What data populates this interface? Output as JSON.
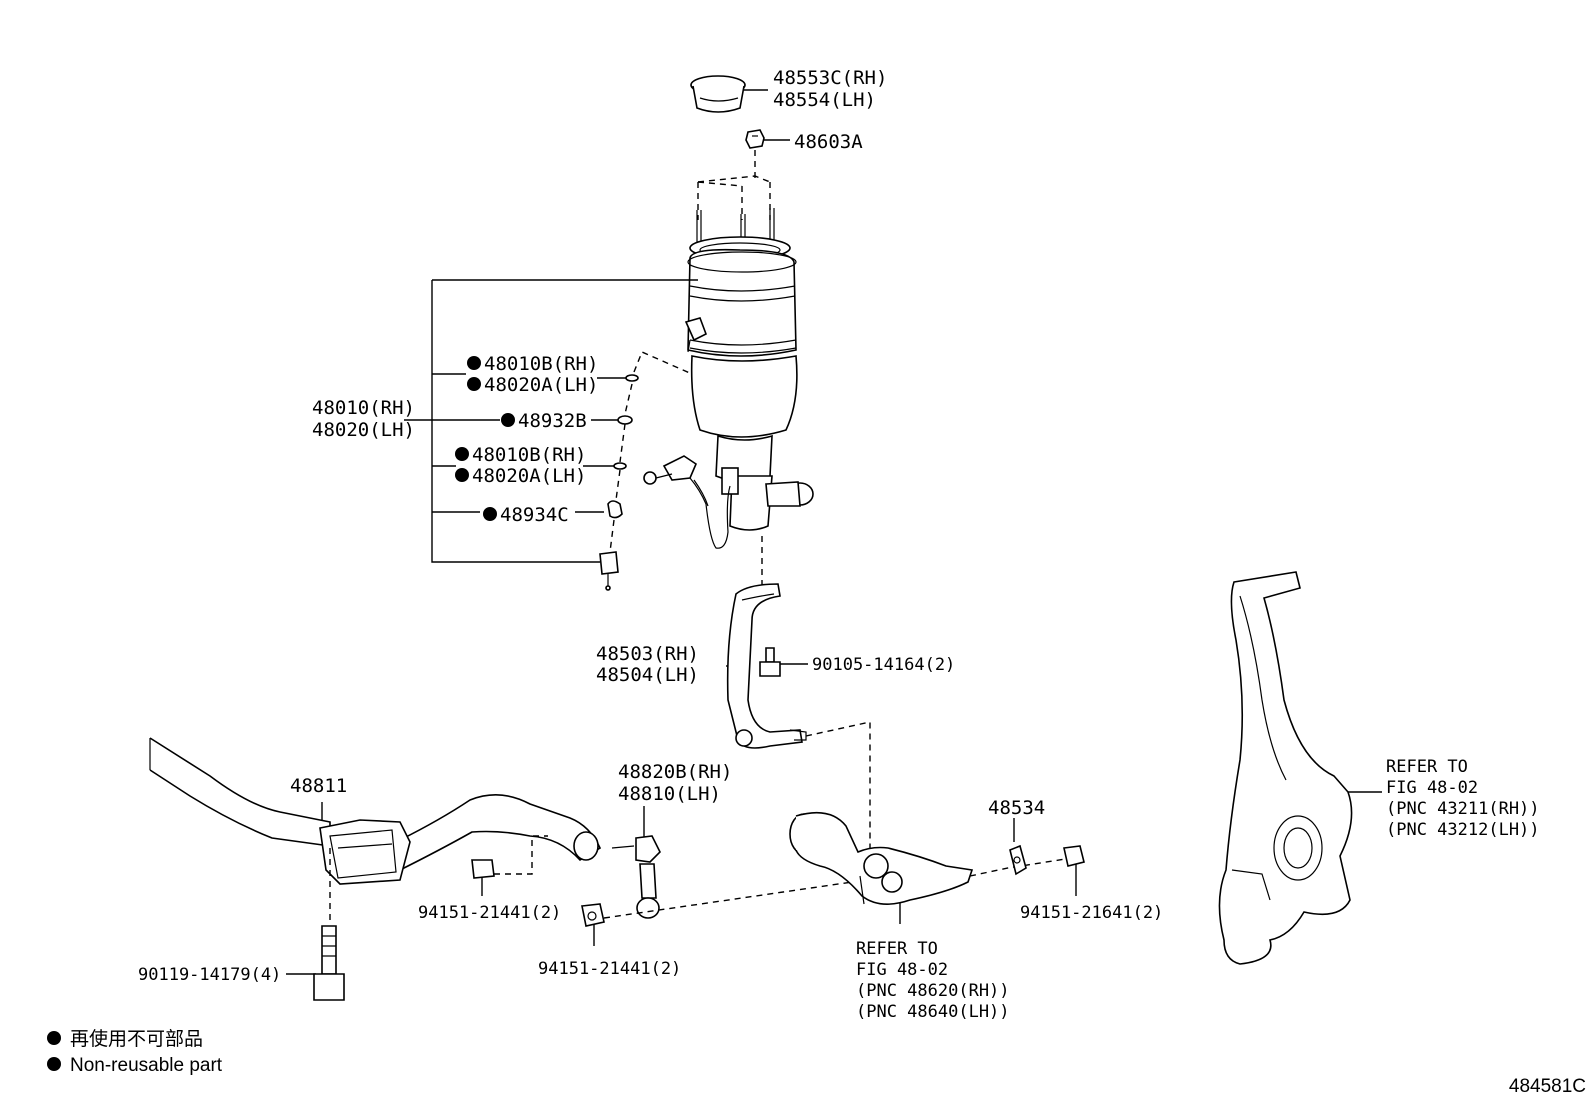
{
  "labels": {
    "cap_rh": "48553C(RH)",
    "cap_lh": "48554(LH)",
    "nut_top": "48603A",
    "assy_rh": "48010(RH)",
    "assy_lh": "48020(LH)",
    "oring1_rh": "48010B(RH)",
    "oring1_lh": "48020A(LH)",
    "gasket": "48932B",
    "oring2_rh": "48010B(RH)",
    "oring2_lh": "48020A(LH)",
    "clip": "48934C",
    "bracket_rh": "48503(RH)",
    "bracket_lh": "48504(LH)",
    "bolt_bracket": "90105-14164(2)",
    "stabilizer_bar": "48811",
    "link_rh": "48820B(RH)",
    "link_lh": "48810(LH)",
    "nut_link1": "94151-21441(2)",
    "nut_link2": "94151-21441(2)",
    "bolt_stab": "90119-14179(4)",
    "arm_ref_1": "REFER TO",
    "arm_ref_2": "FIG 48-02",
    "arm_ref_3": "(PNC 48620(RH))",
    "arm_ref_4": "(PNC 48640(LH))",
    "washer": "48534",
    "nut_arm": "94151-21641(2)",
    "knuckle_ref_1": "REFER TO",
    "knuckle_ref_2": "FIG 48-02",
    "knuckle_ref_3": "(PNC 43211(RH))",
    "knuckle_ref_4": "(PNC 43212(LH))"
  },
  "legend": {
    "line_jp": "再使用不可部品",
    "line_en": "Non-reusable part"
  },
  "figure_id": "484581C"
}
